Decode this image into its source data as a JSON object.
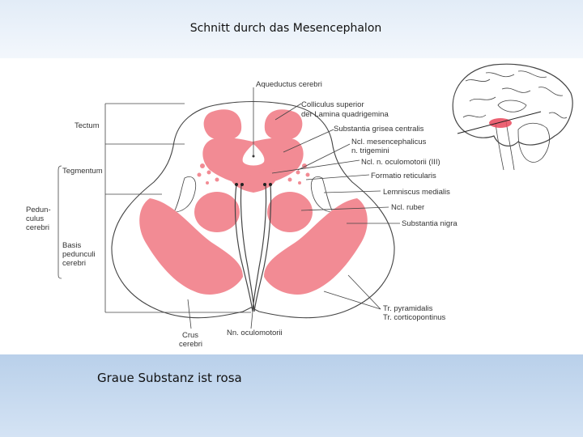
{
  "title": "Schnitt durch das Mesencephalon",
  "caption": "Graue Substanz ist rosa",
  "colors": {
    "grey_matter": "#f28b94",
    "header_band": "#e2ecf7",
    "footer_band": "#b9d0ea"
  },
  "left_labels": {
    "tectum": "Tectum",
    "tegmentum": "Tegmentum",
    "pedunculus": [
      "Pedun-",
      "culus",
      "cerebri"
    ],
    "basis": [
      "Basis",
      "pedunculi",
      "cerebri"
    ]
  },
  "right_labels": {
    "aqueductus": "Aqueductus cerebri",
    "colliculus": [
      "Colliculus superior",
      "der Lamina quadrigemina"
    ],
    "grisea": "Substantia grisea centralis",
    "mesenc": [
      "Ncl. mesencephalicus",
      "n. trigemini"
    ],
    "oculomotorii": "Ncl. n. oculomotorii (III)",
    "reticularis": "Formatio reticularis",
    "lemniscus": "Lemniscus medialis",
    "ruber": "Ncl. ruber",
    "nigra": "Substantia nigra",
    "pyramidalis": "Tr. pyramidalis",
    "corticopontinus": "Tr. corticopontinus"
  },
  "bottom_labels": {
    "crus": [
      "Crus",
      "cerebri"
    ],
    "nn_oculomotorii": "Nn. oculomotorii"
  }
}
